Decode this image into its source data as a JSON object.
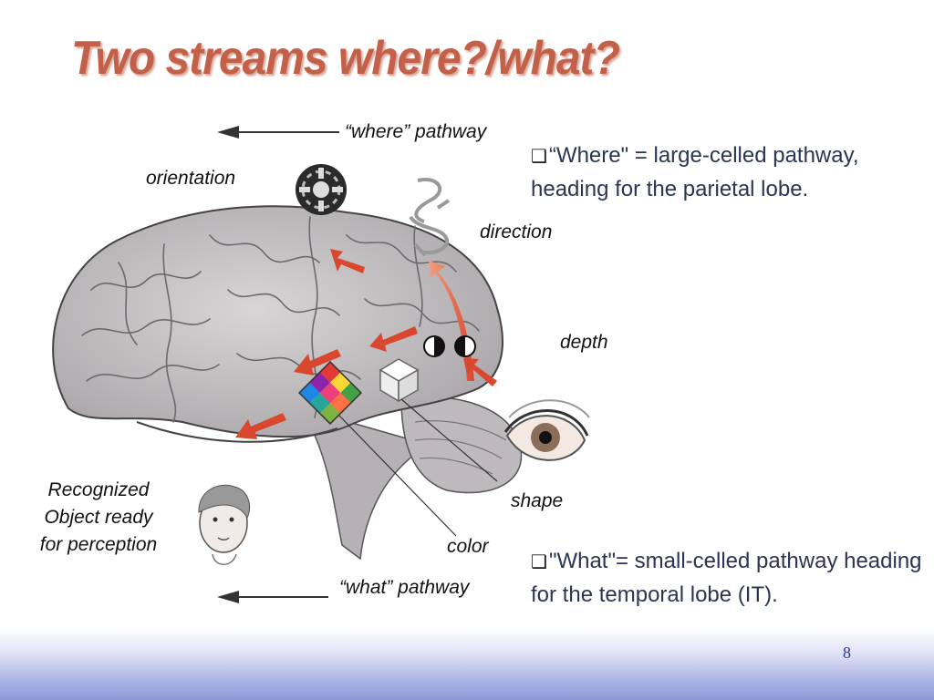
{
  "slide": {
    "title": "Two streams where?/what?",
    "page_number": "8"
  },
  "figure": {
    "labels": {
      "where_pathway": "“where” pathway",
      "what_pathway": "“what” pathway",
      "orientation": "orientation",
      "direction": "direction",
      "depth": "depth",
      "shape": "shape",
      "color": "color",
      "recognized_line1": "Recognized",
      "recognized_line2": "Object ready",
      "recognized_line3": "for perception"
    }
  },
  "bullets": [
    {
      "mark": "❑",
      "text": "“Where\" = large-celled pathway, heading for the parietal lobe."
    },
    {
      "mark": "❑",
      "text": "\"What\"= small-celled pathway heading for the temporal lobe (IT)."
    }
  ],
  "colors": {
    "title": "#c2604a",
    "bullet_text": "#2a3555",
    "arrow_red": "#d9472e",
    "footer_gradient_end": "#8f97d8"
  },
  "icons": [
    "orientation-disc-icon",
    "direction-spiral-icon",
    "depth-eyes-icon",
    "cube-icon",
    "color-grid-icon",
    "eye-icon",
    "child-face-icon"
  ]
}
